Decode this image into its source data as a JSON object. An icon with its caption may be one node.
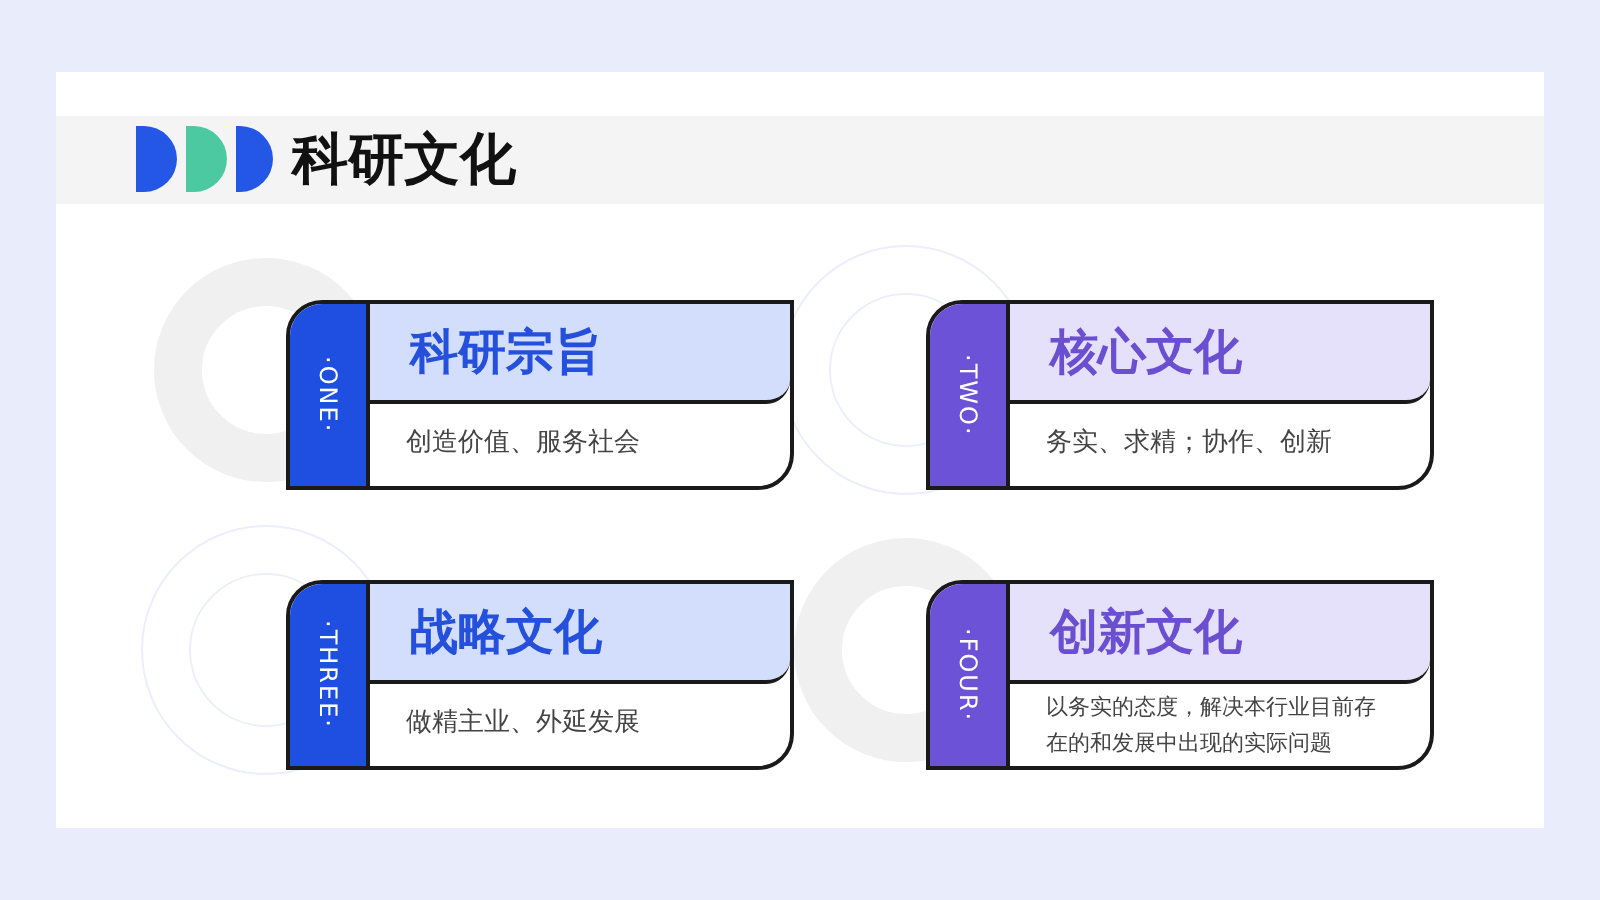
{
  "diagram": {
    "title": "科研文化",
    "nodes": [
      {
        "text": [
          "·ONE·",
          "科研宗旨",
          "创造价值、服务社会"
        ]
      },
      {
        "text": [
          "·TWO·",
          "核心文化",
          "务实、求精；协作、创新"
        ]
      },
      {
        "text": [
          "·THREE·",
          "战略文化",
          "做精主业、外延发展"
        ]
      },
      {
        "text": [
          "·FOUR·",
          "创新文化",
          "以务实的态度，解决本行业目前存在的和发展中出现的实际问题"
        ]
      }
    ]
  }
}
